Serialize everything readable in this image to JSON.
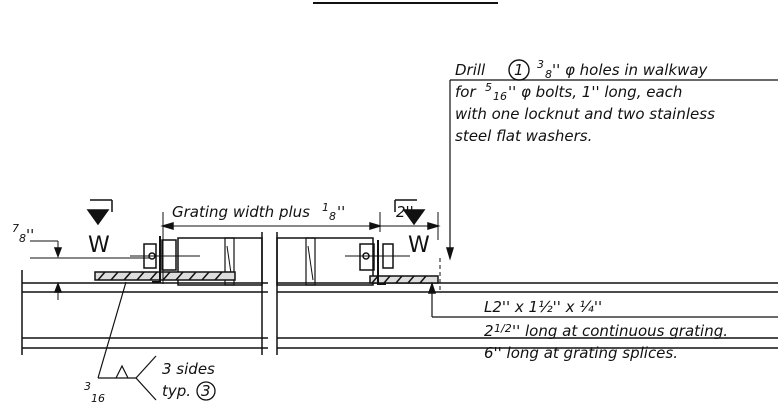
{
  "drill_note": {
    "line1_a": "Drill",
    "circle_num": "1",
    "line1_b": "3",
    "line1_c": "8",
    "line1_d": "'' φ holes in walkway",
    "line2_a": "for",
    "line2_b": "5",
    "line2_c": "16",
    "line2_d": "'' φ bolts, 1'' long, each",
    "line3": "with one locknut and two stainless",
    "line4": "steel flat washers."
  },
  "grating_dim": {
    "text": "Grating width plus",
    "frac_num": "1",
    "frac_den": "8",
    "inch": "''"
  },
  "edge_dim": {
    "text": "2''"
  },
  "left_dim": {
    "num": "7",
    "den": "8",
    "inch": "''"
  },
  "section_marks": {
    "left": "W",
    "right": "W"
  },
  "angle_note": {
    "line1": "L2'' x 1½'' x ¼''",
    "line2_prefix": "2",
    "line2_frac": "1/2",
    "line2_rest": "'' long at continuous grating.",
    "line3": "6'' long at grating splices."
  },
  "weld_note": {
    "size_num": "3",
    "size_den": "16",
    "line1": "3 sides",
    "line2": "typ.",
    "circle_num": "3"
  }
}
